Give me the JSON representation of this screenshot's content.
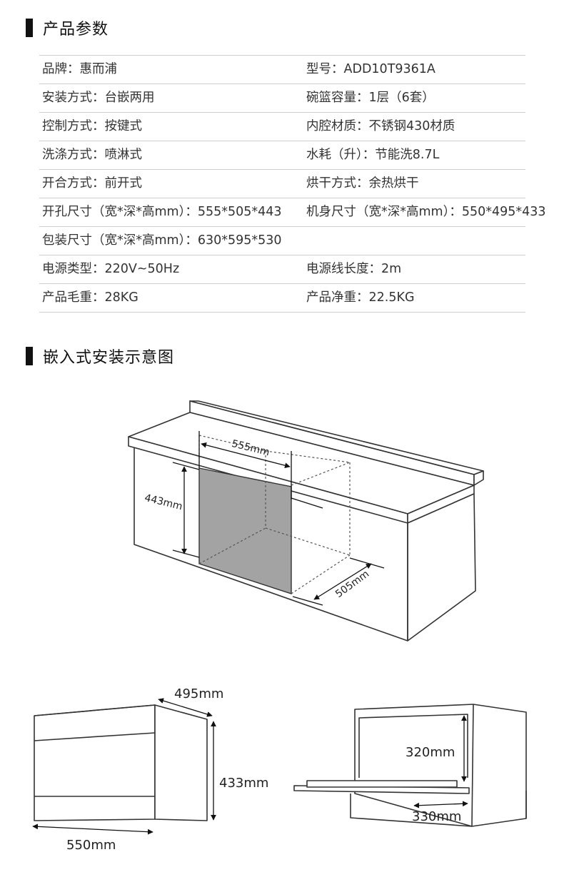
{
  "sections": {
    "params_title": "产品参数",
    "install_title": "嵌入式安装示意图"
  },
  "specs": [
    {
      "left": "品牌：惠而浦",
      "right": "型号：ADD10T9361A"
    },
    {
      "left": "安装方式：台嵌两用",
      "right": "碗篮容量：1层（6套）"
    },
    {
      "left": "控制方式：按键式",
      "right": "内腔材质：不锈钢430材质"
    },
    {
      "left": "洗涤方式：喷淋式",
      "right": "水耗（升）：节能洗8.7L"
    },
    {
      "left": "开合方式：前开式",
      "right": "烘干方式：余热烘干"
    },
    {
      "left": "开孔尺寸（宽*深*高mm）：555*505*443",
      "right": "机身尺寸（宽*深*高mm）：550*495*433"
    },
    {
      "left": "包装尺寸（宽*深*高mm）：630*595*530",
      "right": ""
    },
    {
      "left": "电源类型：220V~50Hz",
      "right": "电源线长度：2m"
    },
    {
      "left": "产品毛重：28KG",
      "right": "产品净重：22.5KG"
    }
  ],
  "diagram": {
    "cutout_width": "555mm",
    "cutout_height": "443mm",
    "cutout_depth": "505mm",
    "body_depth": "495mm",
    "body_height": "433mm",
    "body_width": "550mm",
    "interior_height": "320mm",
    "interior_depth": "330mm"
  }
}
